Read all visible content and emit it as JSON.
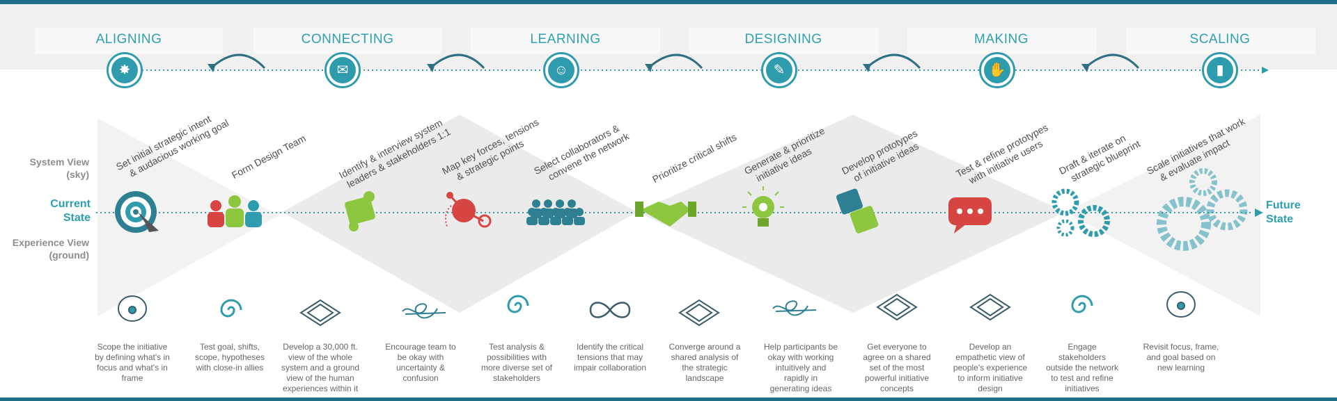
{
  "stages": [
    {
      "label": "ALIGNING",
      "icon": "compass-icon",
      "glyph": "✸"
    },
    {
      "label": "CONNECTING",
      "icon": "chat-bubbles-icon",
      "glyph": "✉"
    },
    {
      "label": "LEARNING",
      "icon": "head-brain-icon",
      "glyph": "☺"
    },
    {
      "label": "DESIGNING",
      "icon": "pencil-square-icon",
      "glyph": "✎"
    },
    {
      "label": "MAKING",
      "icon": "hand-icon",
      "glyph": "✋"
    },
    {
      "label": "SCALING",
      "icon": "bar-chart-icon",
      "glyph": "▮"
    }
  ],
  "side": {
    "system_view_1": "System View",
    "system_view_2": "(sky)",
    "current_1": "Current",
    "current_2": "State",
    "experience_view_1": "Experience View",
    "experience_view_2": "(ground)",
    "future_1": "Future",
    "future_2": "State"
  },
  "steps": [
    {
      "line1": "Set initial strategic intent",
      "line2": "& audacious working goal",
      "icon": "target-icon"
    },
    {
      "line1": "Form Design Team",
      "line2": "",
      "icon": "team-icon"
    },
    {
      "line1": "Identify & interview system",
      "line2": "leaders & stakeholders 1:1",
      "icon": "puzzle-piece-icon"
    },
    {
      "line1": "Map key forces, tensions",
      "line2": "& strategic points",
      "icon": "network-nodes-icon"
    },
    {
      "line1": "Select collaborators &",
      "line2": "convene the network",
      "icon": "group-icon"
    },
    {
      "line1": "Prioritize critical shifts",
      "line2": "",
      "icon": "handshake-icon"
    },
    {
      "line1": "Generate & prioritize",
      "line2": "initiative ideas",
      "icon": "lightbulb-icon"
    },
    {
      "line1": "Develop prototypes",
      "line2": "of initiative ideas",
      "icon": "puzzle-pair-icon"
    },
    {
      "line1": "Test & refine prototypes",
      "line2": "with initiative users",
      "icon": "speech-bubble-icon"
    },
    {
      "line1": "Draft & iterate on",
      "line2": "strategic blueprint",
      "icon": "gears-icon"
    },
    {
      "line1": "Scale initiatives that work",
      "line2": "& evaluate impact",
      "icon": "large-gears-icon"
    }
  ],
  "experiences": [
    {
      "text": [
        "Scope the initiative",
        "by defining what's in",
        "focus and what's in",
        "frame"
      ],
      "icon": "eye-scribble-icon"
    },
    {
      "text": [
        "Test goal, shifts,",
        "scope, hypotheses",
        "with close-in allies"
      ],
      "icon": "spiral-icon"
    },
    {
      "text": [
        "Develop a 30,000 ft.",
        "view of the whole",
        "system and a ground",
        "view of the human",
        "experiences within it"
      ],
      "icon": "diamond-icon"
    },
    {
      "text": [
        "Encourage team to",
        "be okay with",
        "uncertainty &",
        "confusion"
      ],
      "icon": "tangle-icon"
    },
    {
      "text": [
        "Test analysis &",
        "possibilities with",
        "more diverse set of",
        "stakeholders"
      ],
      "icon": "spiral-icon"
    },
    {
      "text": [
        "Identify the critical",
        "tensions that may",
        "impair collaboration"
      ],
      "icon": "infinity-icon"
    },
    {
      "text": [
        "Converge around a",
        "shared analysis of",
        "the strategic",
        "landscape"
      ],
      "icon": "diamond-icon"
    },
    {
      "text": [
        "Help participants be",
        "okay with working",
        "intuitively and",
        "rapidly in",
        "generating ideas"
      ],
      "icon": "tangle-icon"
    },
    {
      "text": [
        "Get everyone to",
        "agree on a shared",
        "set of the most",
        "powerful initiative",
        "concepts"
      ],
      "icon": "diamond-icon"
    },
    {
      "text": [
        "Develop an",
        "empathetic view of",
        "people's experience",
        "to inform initiative",
        "design"
      ],
      "icon": "diamond-icon"
    },
    {
      "text": [
        "Engage",
        "stakeholders",
        "outside the network",
        "to test and refine",
        "initiatives"
      ],
      "icon": "spiral-icon"
    },
    {
      "text": [
        "Revisit focus, frame,",
        "and goal based on",
        "new learning"
      ],
      "icon": "eye-scribble-icon"
    }
  ],
  "colors": {
    "teal": "#2f9cad",
    "red": "#d64541",
    "green": "#8dc63f",
    "gray": "#8d8d8d"
  }
}
